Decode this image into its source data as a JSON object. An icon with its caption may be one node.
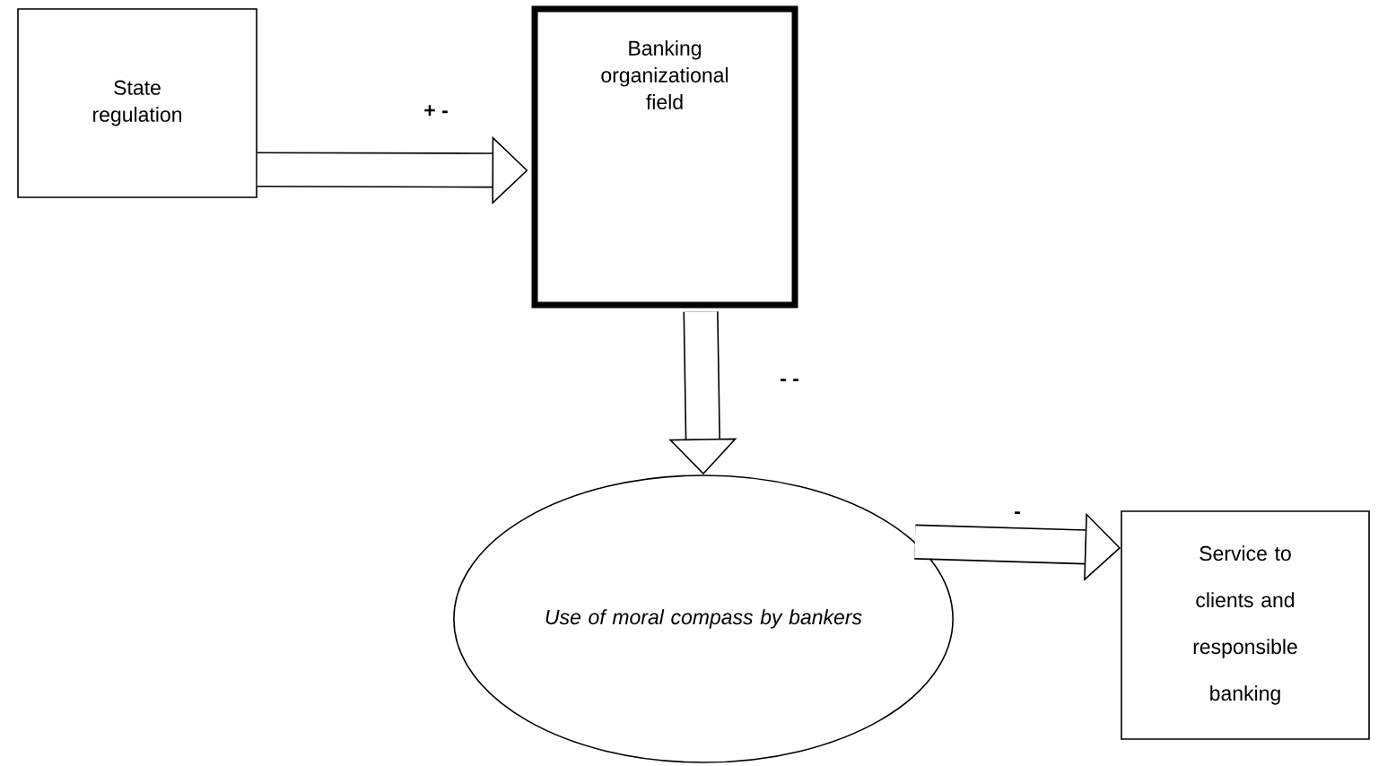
{
  "diagram": {
    "nodes": [
      {
        "text": [
          "State regulation"
        ]
      },
      {
        "text": [
          "Banking organizational field"
        ]
      },
      {
        "text": [
          "Use of moral compass by bankers"
        ]
      },
      {
        "text": [
          "Service to clients and responsible banking"
        ]
      }
    ],
    "edges": [
      {
        "from": 0,
        "to": 1,
        "arrow": "to",
        "label": "+ -"
      },
      {
        "from": 1,
        "to": 2,
        "arrow": "to",
        "label": "- -"
      },
      {
        "from": 2,
        "to": 3,
        "arrow": "to",
        "label": "-"
      }
    ]
  }
}
